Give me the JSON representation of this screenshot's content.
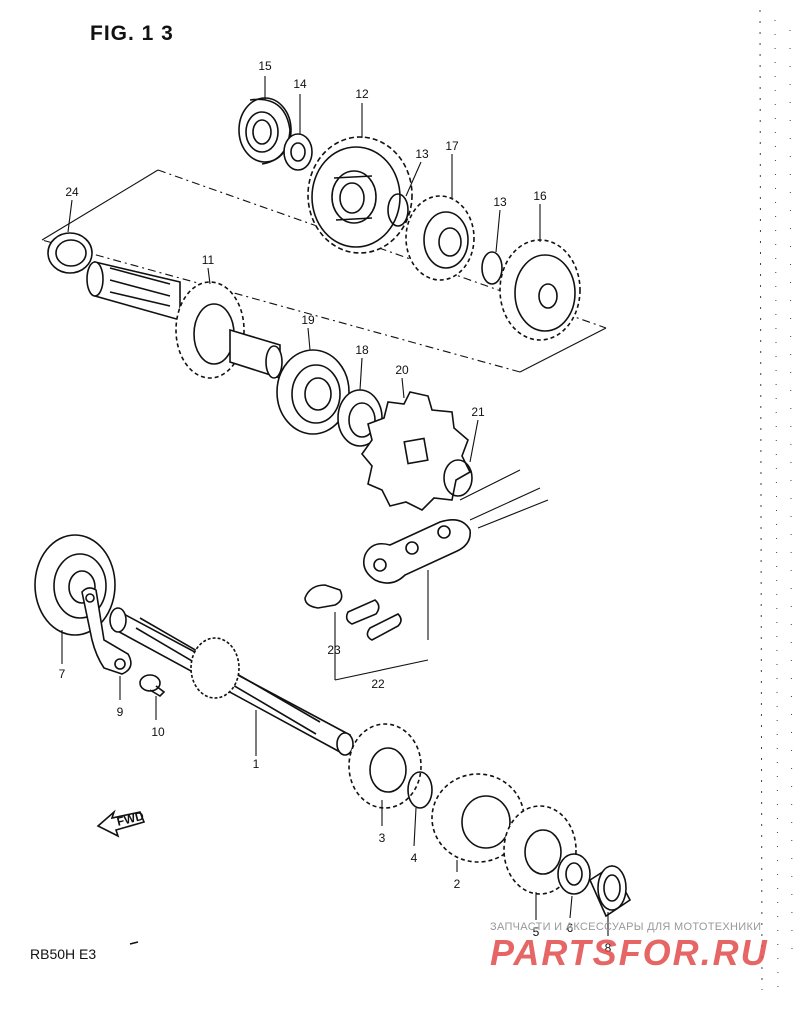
{
  "figure": {
    "title": "FIG. 1 3",
    "model": "RB50H  E3",
    "fwd_label": "FWD"
  },
  "watermark": {
    "tagline": "ЗАПЧАСТИ И АКСЕССУАРЫ ДЛЯ МОТОТЕХНИКИ",
    "brand": "PARTSFOR.RU",
    "brand_color": "#e24b4b"
  },
  "callouts": [
    {
      "id": "c1",
      "text": "1"
    },
    {
      "id": "c2",
      "text": "2"
    },
    {
      "id": "c3",
      "text": "3"
    },
    {
      "id": "c4",
      "text": "4"
    },
    {
      "id": "c5",
      "text": "5"
    },
    {
      "id": "c6",
      "text": "6"
    },
    {
      "id": "c7",
      "text": "7"
    },
    {
      "id": "c8",
      "text": "8"
    },
    {
      "id": "c9",
      "text": "9"
    },
    {
      "id": "c10",
      "text": "10"
    },
    {
      "id": "c11",
      "text": "11"
    },
    {
      "id": "c12",
      "text": "12"
    },
    {
      "id": "c13a",
      "text": "13"
    },
    {
      "id": "c13b",
      "text": "13"
    },
    {
      "id": "c14",
      "text": "14"
    },
    {
      "id": "c15",
      "text": "15"
    },
    {
      "id": "c16",
      "text": "16"
    },
    {
      "id": "c17",
      "text": "17"
    },
    {
      "id": "c18",
      "text": "18"
    },
    {
      "id": "c19",
      "text": "19"
    },
    {
      "id": "c20",
      "text": "20"
    },
    {
      "id": "c21",
      "text": "21"
    },
    {
      "id": "c22",
      "text": "22"
    },
    {
      "id": "c23",
      "text": "23"
    },
    {
      "id": "c24",
      "text": "24"
    }
  ]
}
